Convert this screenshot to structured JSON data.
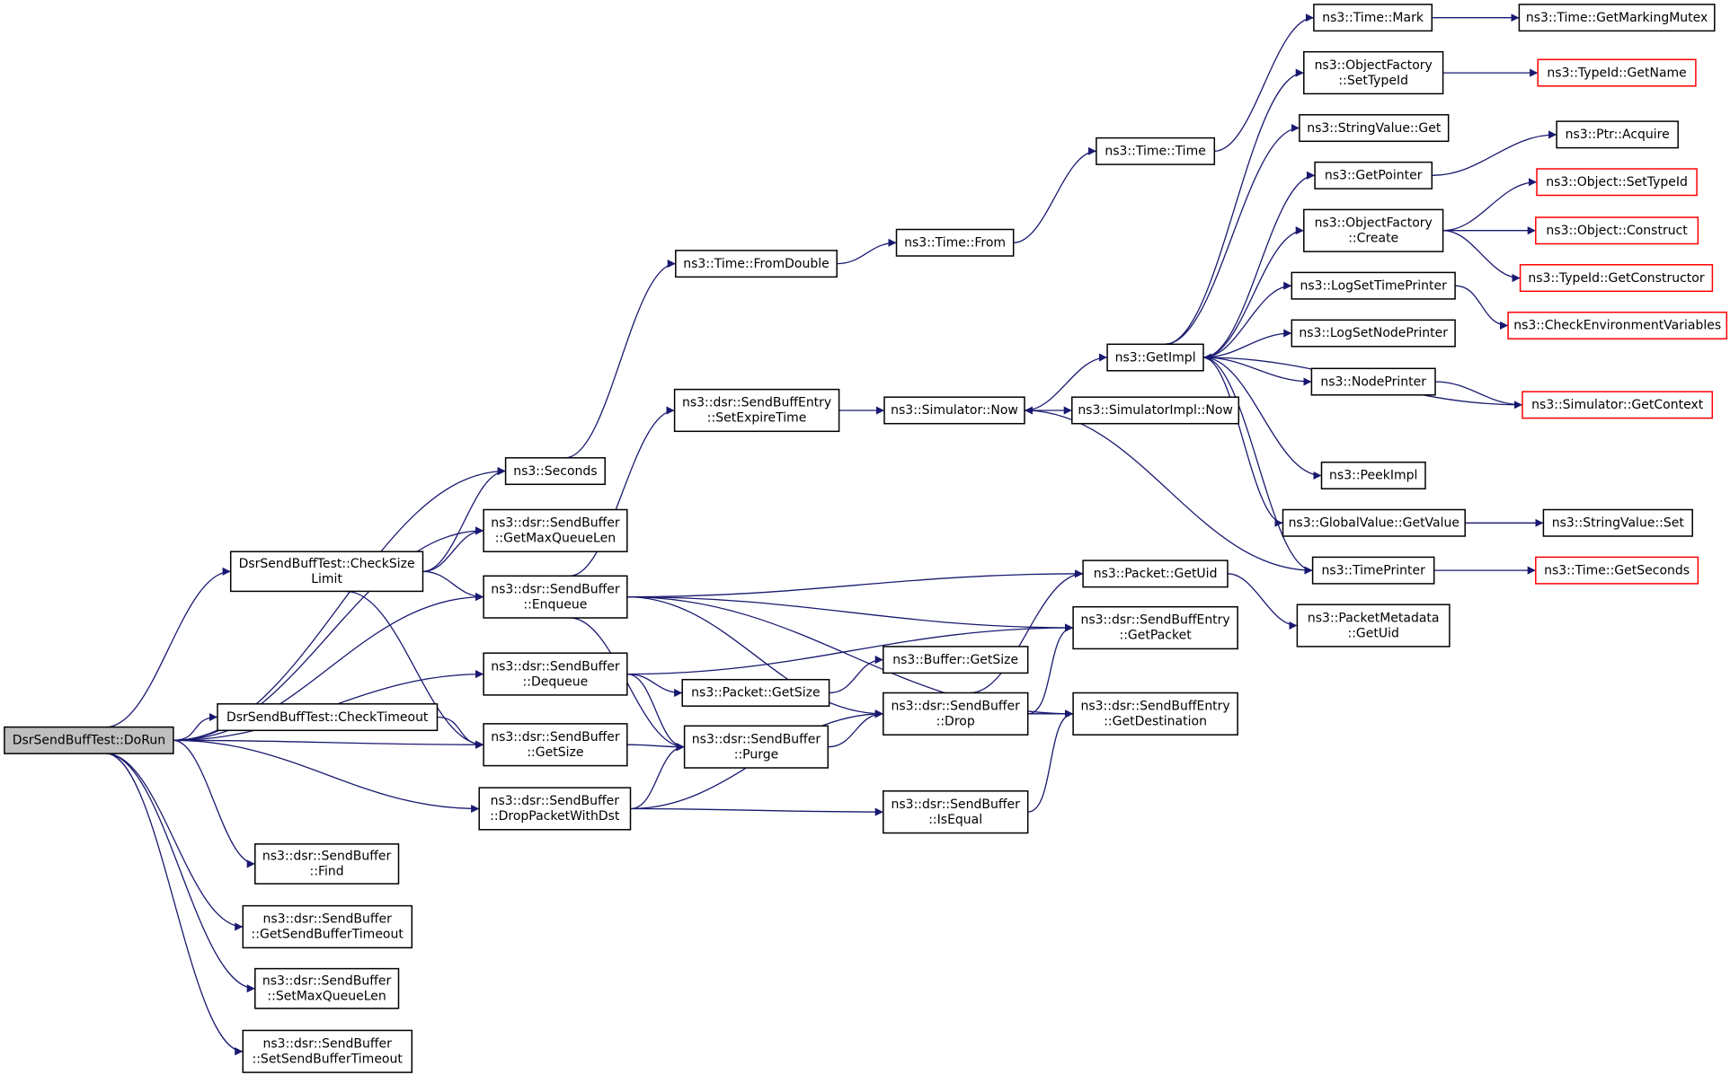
{
  "colors": {
    "edge": "#191970",
    "node_border": "#000000",
    "node_border_external": "#ff0000",
    "root_fill": "#bfbfbf",
    "node_fill": "#ffffff"
  },
  "nodes": [
    {
      "id": "n_dorun",
      "lines": [
        "DsrSendBuffTest::DoRun"
      ],
      "kind": "root"
    },
    {
      "id": "n_checksize",
      "lines": [
        "DsrSendBuffTest::CheckSize",
        "Limit"
      ],
      "kind": "normal"
    },
    {
      "id": "n_checktimeout",
      "lines": [
        "DsrSendBuffTest::CheckTimeout"
      ],
      "kind": "normal"
    },
    {
      "id": "n_seconds",
      "lines": [
        "ns3::Seconds"
      ],
      "kind": "normal"
    },
    {
      "id": "n_getmaxqueuelen",
      "lines": [
        "ns3::dsr::SendBuffer",
        "::GetMaxQueueLen"
      ],
      "kind": "normal"
    },
    {
      "id": "n_enqueue",
      "lines": [
        "ns3::dsr::SendBuffer",
        "::Enqueue"
      ],
      "kind": "normal"
    },
    {
      "id": "n_dequeue",
      "lines": [
        "ns3::dsr::SendBuffer",
        "::Dequeue"
      ],
      "kind": "normal"
    },
    {
      "id": "n_getsize",
      "lines": [
        "ns3::dsr::SendBuffer",
        "::GetSize"
      ],
      "kind": "normal"
    },
    {
      "id": "n_droppacketwithdst",
      "lines": [
        "ns3::dsr::SendBuffer",
        "::DropPacketWithDst"
      ],
      "kind": "normal"
    },
    {
      "id": "n_find",
      "lines": [
        "ns3::dsr::SendBuffer",
        "::Find"
      ],
      "kind": "normal"
    },
    {
      "id": "n_getsendbuffertimeout",
      "lines": [
        "ns3::dsr::SendBuffer",
        "::GetSendBufferTimeout"
      ],
      "kind": "normal"
    },
    {
      "id": "n_setmaxqueuelen",
      "lines": [
        "ns3::dsr::SendBuffer",
        "::SetMaxQueueLen"
      ],
      "kind": "normal"
    },
    {
      "id": "n_setsendbuffertimeout",
      "lines": [
        "ns3::dsr::SendBuffer",
        "::SetSendBufferTimeout"
      ],
      "kind": "normal"
    },
    {
      "id": "n_fromdouble",
      "lines": [
        "ns3::Time::FromDouble"
      ],
      "kind": "normal"
    },
    {
      "id": "n_setexpiretime",
      "lines": [
        "ns3::dsr::SendBuffEntry",
        "::SetExpireTime"
      ],
      "kind": "normal"
    },
    {
      "id": "n_packet_getsize",
      "lines": [
        "ns3::Packet::GetSize"
      ],
      "kind": "normal"
    },
    {
      "id": "n_purge",
      "lines": [
        "ns3::dsr::SendBuffer",
        "::Purge"
      ],
      "kind": "normal"
    },
    {
      "id": "n_from",
      "lines": [
        "ns3::Time::From"
      ],
      "kind": "normal"
    },
    {
      "id": "n_now",
      "lines": [
        "ns3::Simulator::Now"
      ],
      "kind": "normal"
    },
    {
      "id": "n_buffer_getsize",
      "lines": [
        "ns3::Buffer::GetSize"
      ],
      "kind": "normal"
    },
    {
      "id": "n_drop",
      "lines": [
        "ns3::dsr::SendBuffer",
        "::Drop"
      ],
      "kind": "normal"
    },
    {
      "id": "n_isequal",
      "lines": [
        "ns3::dsr::SendBuffer",
        "::IsEqual"
      ],
      "kind": "normal"
    },
    {
      "id": "n_time_time",
      "lines": [
        "ns3::Time::Time"
      ],
      "kind": "normal"
    },
    {
      "id": "n_getimpl",
      "lines": [
        "ns3::GetImpl"
      ],
      "kind": "normal"
    },
    {
      "id": "n_simimpl_now",
      "lines": [
        "ns3::SimulatorImpl::Now"
      ],
      "kind": "normal"
    },
    {
      "id": "n_getuid",
      "lines": [
        "ns3::Packet::GetUid"
      ],
      "kind": "normal"
    },
    {
      "id": "n_getpacket",
      "lines": [
        "ns3::dsr::SendBuffEntry",
        "::GetPacket"
      ],
      "kind": "normal"
    },
    {
      "id": "n_getdestination",
      "lines": [
        "ns3::dsr::SendBuffEntry",
        "::GetDestination"
      ],
      "kind": "normal"
    },
    {
      "id": "n_mark",
      "lines": [
        "ns3::Time::Mark"
      ],
      "kind": "normal"
    },
    {
      "id": "n_of_settypeid",
      "lines": [
        "ns3::ObjectFactory",
        "::SetTypeId"
      ],
      "kind": "normal"
    },
    {
      "id": "n_stringvalue_get",
      "lines": [
        "ns3::StringValue::Get"
      ],
      "kind": "normal"
    },
    {
      "id": "n_getpointer",
      "lines": [
        "ns3::GetPointer"
      ],
      "kind": "normal"
    },
    {
      "id": "n_of_create",
      "lines": [
        "ns3::ObjectFactory",
        "::Create"
      ],
      "kind": "normal"
    },
    {
      "id": "n_logsettimeprinter",
      "lines": [
        "ns3::LogSetTimePrinter"
      ],
      "kind": "normal"
    },
    {
      "id": "n_logsetnodeprinter",
      "lines": [
        "ns3::LogSetNodePrinter"
      ],
      "kind": "normal"
    },
    {
      "id": "n_nodeprinter",
      "lines": [
        "ns3::NodePrinter"
      ],
      "kind": "normal"
    },
    {
      "id": "n_peekimpl",
      "lines": [
        "ns3::PeekImpl"
      ],
      "kind": "normal"
    },
    {
      "id": "n_globalvalue_getvalue",
      "lines": [
        "ns3::GlobalValue::GetValue"
      ],
      "kind": "normal"
    },
    {
      "id": "n_timeprinter",
      "lines": [
        "ns3::TimePrinter"
      ],
      "kind": "normal"
    },
    {
      "id": "n_packetmetadata_getuid",
      "lines": [
        "ns3::PacketMetadata",
        "::GetUid"
      ],
      "kind": "normal"
    },
    {
      "id": "n_getmarkingmutex",
      "lines": [
        "ns3::Time::GetMarkingMutex"
      ],
      "kind": "normal"
    },
    {
      "id": "n_typeid_getname",
      "lines": [
        "ns3::TypeId::GetName"
      ],
      "kind": "external"
    },
    {
      "id": "n_ptr_acquire",
      "lines": [
        "ns3::Ptr::Acquire"
      ],
      "kind": "normal"
    },
    {
      "id": "n_object_settypeid",
      "lines": [
        "ns3::Object::SetTypeId"
      ],
      "kind": "external"
    },
    {
      "id": "n_object_construct",
      "lines": [
        "ns3::Object::Construct"
      ],
      "kind": "external"
    },
    {
      "id": "n_typeid_getconstructor",
      "lines": [
        "ns3::TypeId::GetConstructor"
      ],
      "kind": "external"
    },
    {
      "id": "n_checkenv",
      "lines": [
        "ns3::CheckEnvironmentVariables"
      ],
      "kind": "external"
    },
    {
      "id": "n_getcontext",
      "lines": [
        "ns3::Simulator::GetContext"
      ],
      "kind": "external"
    },
    {
      "id": "n_stringvalue_set",
      "lines": [
        "ns3::StringValue::Set"
      ],
      "kind": "normal"
    },
    {
      "id": "n_getseconds",
      "lines": [
        "ns3::Time::GetSeconds"
      ],
      "kind": "external"
    }
  ],
  "edges": [
    [
      "n_dorun",
      "n_seconds"
    ],
    [
      "n_dorun",
      "n_getmaxqueuelen"
    ],
    [
      "n_dorun",
      "n_checksize"
    ],
    [
      "n_dorun",
      "n_enqueue"
    ],
    [
      "n_dorun",
      "n_dequeue"
    ],
    [
      "n_dorun",
      "n_checktimeout"
    ],
    [
      "n_dorun",
      "n_getsize"
    ],
    [
      "n_dorun",
      "n_droppacketwithdst"
    ],
    [
      "n_dorun",
      "n_find"
    ],
    [
      "n_dorun",
      "n_getsendbuffertimeout"
    ],
    [
      "n_dorun",
      "n_setmaxqueuelen"
    ],
    [
      "n_dorun",
      "n_setsendbuffertimeout"
    ],
    [
      "n_checksize",
      "n_seconds"
    ],
    [
      "n_checksize",
      "n_getmaxqueuelen"
    ],
    [
      "n_checksize",
      "n_enqueue"
    ],
    [
      "n_checksize",
      "n_getsize"
    ],
    [
      "n_checktimeout",
      "n_getsize"
    ],
    [
      "n_seconds",
      "n_fromdouble"
    ],
    [
      "n_fromdouble",
      "n_from"
    ],
    [
      "n_from",
      "n_time_time"
    ],
    [
      "n_time_time",
      "n_mark"
    ],
    [
      "n_mark",
      "n_getmarkingmutex"
    ],
    [
      "n_enqueue",
      "n_setexpiretime"
    ],
    [
      "n_enqueue",
      "n_getuid"
    ],
    [
      "n_enqueue",
      "n_getpacket"
    ],
    [
      "n_enqueue",
      "n_getdestination"
    ],
    [
      "n_enqueue",
      "n_drop"
    ],
    [
      "n_enqueue",
      "n_purge"
    ],
    [
      "n_dequeue",
      "n_getpacket"
    ],
    [
      "n_dequeue",
      "n_packet_getsize"
    ],
    [
      "n_dequeue",
      "n_purge"
    ],
    [
      "n_getsize",
      "n_purge"
    ],
    [
      "n_droppacketwithdst",
      "n_purge"
    ],
    [
      "n_droppacketwithdst",
      "n_drop"
    ],
    [
      "n_droppacketwithdst",
      "n_isequal"
    ],
    [
      "n_packet_getsize",
      "n_buffer_getsize"
    ],
    [
      "n_purge",
      "n_drop"
    ],
    [
      "n_drop",
      "n_getuid"
    ],
    [
      "n_drop",
      "n_getpacket"
    ],
    [
      "n_drop",
      "n_getdestination"
    ],
    [
      "n_isequal",
      "n_getdestination"
    ],
    [
      "n_setexpiretime",
      "n_now"
    ],
    [
      "n_now",
      "n_getimpl"
    ],
    [
      "n_now",
      "n_simimpl_now"
    ],
    [
      "n_getuid",
      "n_packetmetadata_getuid"
    ],
    [
      "n_getimpl",
      "n_of_settypeid"
    ],
    [
      "n_getimpl",
      "n_stringvalue_get"
    ],
    [
      "n_getimpl",
      "n_getpointer"
    ],
    [
      "n_getimpl",
      "n_of_create"
    ],
    [
      "n_getimpl",
      "n_logsettimeprinter"
    ],
    [
      "n_getimpl",
      "n_logsetnodeprinter"
    ],
    [
      "n_getimpl",
      "n_nodeprinter"
    ],
    [
      "n_getimpl",
      "n_peekimpl"
    ],
    [
      "n_getimpl",
      "n_globalvalue_getvalue"
    ],
    [
      "n_getimpl",
      "n_timeprinter"
    ],
    [
      "n_of_settypeid",
      "n_typeid_getname"
    ],
    [
      "n_getpointer",
      "n_ptr_acquire"
    ],
    [
      "n_of_create",
      "n_object_settypeid"
    ],
    [
      "n_of_create",
      "n_object_construct"
    ],
    [
      "n_of_create",
      "n_typeid_getconstructor"
    ],
    [
      "n_logsettimeprinter",
      "n_checkenv"
    ],
    [
      "n_nodeprinter",
      "n_getcontext"
    ],
    [
      "n_getcontext",
      "n_getimpl"
    ],
    [
      "n_globalvalue_getvalue",
      "n_stringvalue_set"
    ],
    [
      "n_timeprinter",
      "n_getseconds"
    ],
    [
      "n_timeprinter",
      "n_now"
    ]
  ]
}
